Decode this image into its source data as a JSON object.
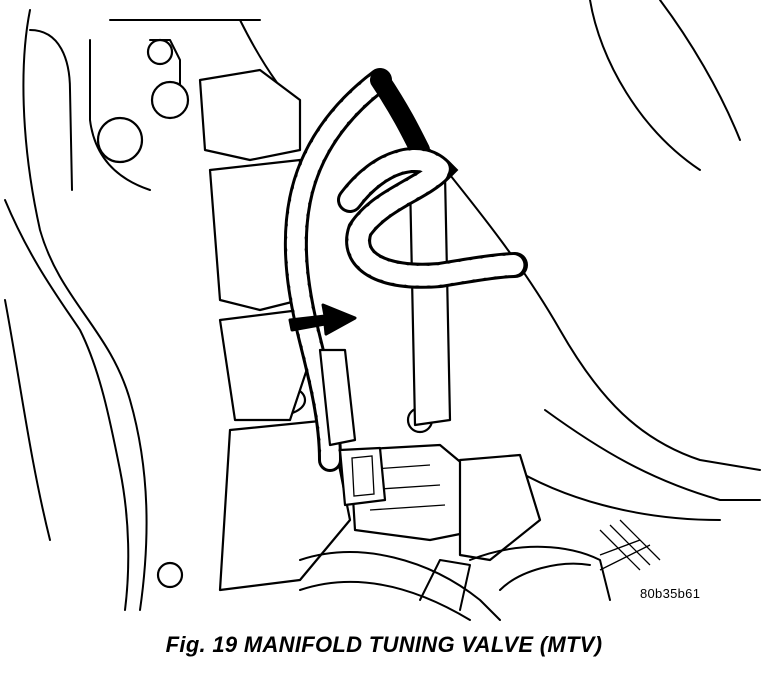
{
  "figure": {
    "reference_code": "80b35b61",
    "caption": "Fig. 19 MANIFOLD TUNING VALVE (MTV)",
    "illustration_icon": "engine-wiring-harness-line-drawing",
    "pointer_icon": "right-pointing-arrow",
    "line_color": "#000000",
    "background_color": "#ffffff"
  }
}
